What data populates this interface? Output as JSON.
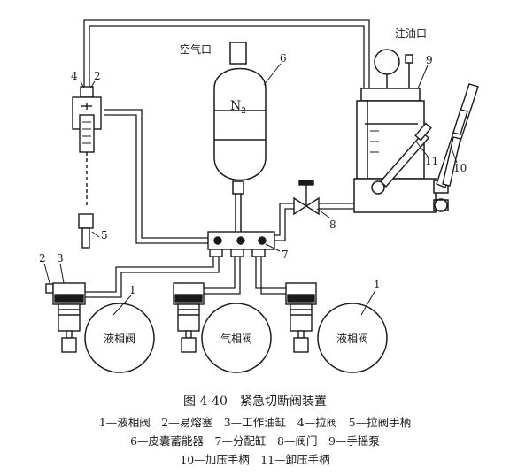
{
  "diagram": {
    "labels": {
      "air_port": "空气口",
      "n2": "N",
      "n2_sub": "2",
      "fill_port": "注油口",
      "valve_left": "液相阀",
      "valve_middle": "气相阀",
      "valve_right": "液相阀"
    },
    "callouts": {
      "c1_left": "1",
      "c1_right": "1",
      "c2_top": "2",
      "c2_left": "2",
      "c3": "3",
      "c4": "4",
      "c5": "5",
      "c6": "6",
      "c7": "7",
      "c8": "8",
      "c9": "9",
      "c10": "10",
      "c11": "11"
    }
  },
  "caption": {
    "title": "图 4-40　紧急切断阀装置",
    "legend_line1": "1—液相阀　2—易熔塞　3—工作油缸　4—拉阀　5—拉阀手柄",
    "legend_line2": "6—皮囊蓄能器　7—分配缸　8—阀门　9—手摇泵",
    "legend_line3": "10—加压手柄　11—卸压手柄"
  }
}
